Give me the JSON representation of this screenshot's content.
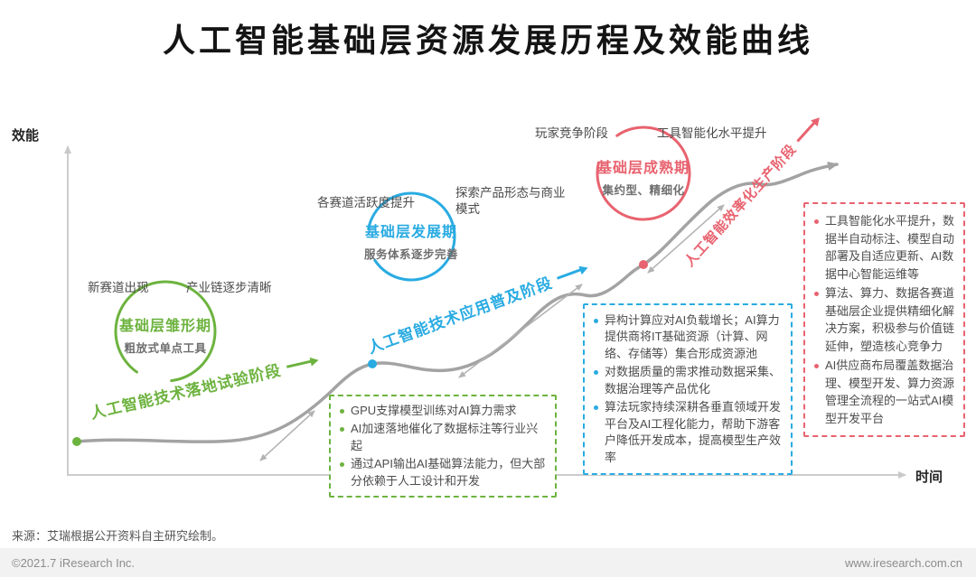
{
  "title": "人工智能基础层资源发展历程及效能曲线",
  "axes": {
    "y": "效能",
    "x": "时间"
  },
  "colors": {
    "green": "#6db33f",
    "cyan": "#29abe2",
    "red": "#e8636f",
    "curve": "#a3a3a3"
  },
  "stages": [
    {
      "tags": [
        "新赛道出现",
        "产业链逐步清晰"
      ],
      "circle_title": "基础层雏形期",
      "circle_subtitle": "粗放式单点工具",
      "phase_label": "人工智能技术落地试验阶段",
      "bullets": [
        "GPU支撑模型训练对AI算力需求",
        "AI加速落地催化了数据标注等行业兴起",
        "通过API输出AI基础算法能力，但大部分依赖于人工设计和开发"
      ]
    },
    {
      "tags": [
        "各赛道活跃度提升",
        "探索产品形态与商业模式"
      ],
      "circle_title": "基础层发展期",
      "circle_subtitle": "服务体系逐步完善",
      "phase_label": "人工智能技术应用普及阶段",
      "bullets": [
        "异构计算应对AI负载增长；AI算力提供商将IT基础资源（计算、网络、存储等）集合形成资源池",
        "对数据质量的需求推动数据采集、数据治理等产品优化",
        "算法玩家持续深耕各垂直领域开发平台及AI工程化能力，帮助下游客户降低开发成本，提高模型生产效率"
      ]
    },
    {
      "tags": [
        "玩家竞争阶段",
        "工具智能化水平提升"
      ],
      "circle_title": "基础层成熟期",
      "circle_subtitle": "集约型、精细化",
      "phase_label": "人工智能效率化生产阶段",
      "bullets": [
        "工具智能化水平提升，数据半自动标注、模型自动部署及自适应更新、AI数据中心智能运维等",
        "算法、算力、数据各赛道基础层企业提供精细化解决方案，积极参与价值链延伸，塑造核心竞争力",
        "AI供应商布局覆盖数据治理、模型开发、算力资源管理全流程的一站式AI模型开发平台"
      ]
    }
  ],
  "footer": {
    "source": "来源：艾瑞根据公开资料自主研究绘制。",
    "copyright": "©2021.7 iResearch Inc.",
    "website": "www.iresearch.com.cn"
  }
}
